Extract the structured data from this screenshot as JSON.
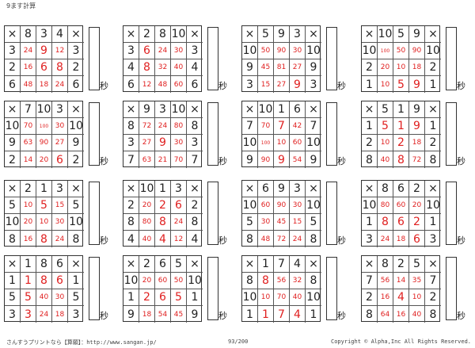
{
  "title": "9ます計算",
  "seconds_label": "秒",
  "footer": {
    "left": "さんすうプリントなら【算願】：http://www.sangan.jp/",
    "page": "93/200",
    "copyright": "Copyright © Alpha,Inc All Rights Reserved."
  },
  "problems": [
    {
      "op": "×",
      "top": [
        "8",
        "3",
        "4"
      ],
      "left": [
        "3",
        "2",
        "6"
      ],
      "answers": [
        [
          "24",
          "9",
          "12"
        ],
        [
          "16",
          "6",
          "8"
        ],
        [
          "48",
          "18",
          "24"
        ]
      ]
    },
    {
      "op": "×",
      "top": [
        "2",
        "8",
        "10"
      ],
      "left": [
        "3",
        "4",
        "6"
      ],
      "answers": [
        [
          "6",
          "24",
          "30"
        ],
        [
          "8",
          "32",
          "40"
        ],
        [
          "12",
          "48",
          "60"
        ]
      ]
    },
    {
      "op": "×",
      "top": [
        "5",
        "9",
        "3"
      ],
      "left": [
        "10",
        "9",
        "3"
      ],
      "answers": [
        [
          "50",
          "90",
          "30"
        ],
        [
          "45",
          "81",
          "27"
        ],
        [
          "15",
          "27",
          "9"
        ]
      ]
    },
    {
      "op": "×",
      "top": [
        "10",
        "5",
        "9"
      ],
      "left": [
        "10",
        "2",
        "1"
      ],
      "answers": [
        [
          "100",
          "50",
          "90"
        ],
        [
          "20",
          "10",
          "18"
        ],
        [
          "10",
          "5",
          "9"
        ]
      ]
    },
    {
      "op": "×",
      "top": [
        "7",
        "10",
        "3"
      ],
      "left": [
        "10",
        "9",
        "2"
      ],
      "answers": [
        [
          "70",
          "100",
          "30"
        ],
        [
          "63",
          "90",
          "27"
        ],
        [
          "14",
          "20",
          "6"
        ]
      ]
    },
    {
      "op": "×",
      "top": [
        "9",
        "3",
        "10"
      ],
      "left": [
        "8",
        "3",
        "7"
      ],
      "answers": [
        [
          "72",
          "24",
          "80"
        ],
        [
          "27",
          "9",
          "30"
        ],
        [
          "63",
          "21",
          "70"
        ]
      ]
    },
    {
      "op": "×",
      "top": [
        "10",
        "1",
        "6"
      ],
      "left": [
        "7",
        "10",
        "9"
      ],
      "answers": [
        [
          "70",
          "7",
          "42"
        ],
        [
          "100",
          "10",
          "60"
        ],
        [
          "90",
          "9",
          "54"
        ]
      ]
    },
    {
      "op": "×",
      "top": [
        "5",
        "1",
        "9"
      ],
      "left": [
        "1",
        "2",
        "8"
      ],
      "answers": [
        [
          "5",
          "1",
          "9"
        ],
        [
          "10",
          "2",
          "18"
        ],
        [
          "40",
          "8",
          "72"
        ]
      ]
    },
    {
      "op": "×",
      "top": [
        "2",
        "1",
        "3"
      ],
      "left": [
        "5",
        "10",
        "8"
      ],
      "answers": [
        [
          "10",
          "5",
          "15"
        ],
        [
          "20",
          "10",
          "30"
        ],
        [
          "16",
          "8",
          "24"
        ]
      ]
    },
    {
      "op": "×",
      "top": [
        "10",
        "1",
        "3"
      ],
      "left": [
        "2",
        "8",
        "4"
      ],
      "answers": [
        [
          "20",
          "2",
          "6"
        ],
        [
          "80",
          "8",
          "24"
        ],
        [
          "40",
          "4",
          "12"
        ]
      ]
    },
    {
      "op": "×",
      "top": [
        "6",
        "9",
        "3"
      ],
      "left": [
        "10",
        "5",
        "8"
      ],
      "answers": [
        [
          "60",
          "90",
          "30"
        ],
        [
          "30",
          "45",
          "15"
        ],
        [
          "48",
          "72",
          "24"
        ]
      ]
    },
    {
      "op": "×",
      "top": [
        "8",
        "6",
        "2"
      ],
      "left": [
        "10",
        "1",
        "3"
      ],
      "answers": [
        [
          "80",
          "60",
          "20"
        ],
        [
          "8",
          "6",
          "2"
        ],
        [
          "24",
          "18",
          "6"
        ]
      ]
    },
    {
      "op": "×",
      "top": [
        "1",
        "8",
        "6"
      ],
      "left": [
        "1",
        "5",
        "3"
      ],
      "answers": [
        [
          "1",
          "8",
          "6"
        ],
        [
          "5",
          "40",
          "30"
        ],
        [
          "3",
          "24",
          "18"
        ]
      ]
    },
    {
      "op": "×",
      "top": [
        "2",
        "6",
        "5"
      ],
      "left": [
        "10",
        "1",
        "9"
      ],
      "answers": [
        [
          "20",
          "60",
          "50"
        ],
        [
          "2",
          "6",
          "5"
        ],
        [
          "18",
          "54",
          "45"
        ]
      ]
    },
    {
      "op": "×",
      "top": [
        "1",
        "7",
        "4"
      ],
      "left": [
        "8",
        "10",
        "1"
      ],
      "answers": [
        [
          "8",
          "56",
          "32"
        ],
        [
          "10",
          "70",
          "40"
        ],
        [
          "1",
          "7",
          "4"
        ]
      ]
    },
    {
      "op": "×",
      "top": [
        "8",
        "2",
        "5"
      ],
      "left": [
        "7",
        "2",
        "8"
      ],
      "answers": [
        [
          "56",
          "14",
          "35"
        ],
        [
          "16",
          "4",
          "10"
        ],
        [
          "64",
          "16",
          "40"
        ]
      ]
    }
  ]
}
